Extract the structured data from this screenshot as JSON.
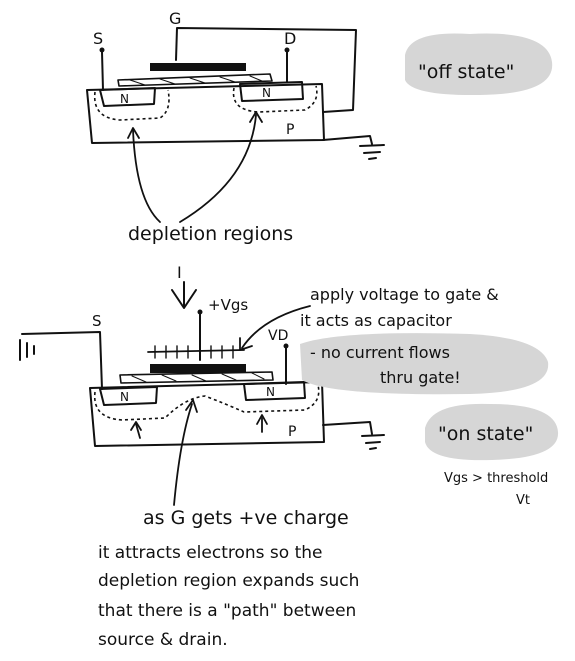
{
  "top_diagram": {
    "label_source": "S",
    "label_gate": "G",
    "label_drain": "D",
    "label_n_left": "N",
    "label_n_right": "N",
    "label_p": "P",
    "caption": "depletion regions",
    "state_badge": "\"off state\""
  },
  "bottom_diagram": {
    "label_current": "I",
    "label_vgs": "+Vgs",
    "label_source": "S",
    "label_drain": "VD",
    "label_n_left": "N",
    "label_n_right": "N",
    "label_p": "P",
    "note_line1": "apply voltage to gate &",
    "note_line2": "it acts as capacitor",
    "note_line3": "- no current flows",
    "note_line4": "thru gate!",
    "state_badge": "\"on state\"",
    "threshold_line1": "Vgs > threshold",
    "threshold_line2": "Vt",
    "caption_line1": "as G gets +ve charge",
    "caption_line2": "it attracts electrons so the",
    "caption_line3": "depletion region expands such",
    "caption_line4": "that there is a \"path\" between",
    "caption_line5": "source & drain."
  },
  "colors": {
    "ink": "#111111",
    "highlight": "#d6d6d6",
    "background": "#ffffff"
  }
}
